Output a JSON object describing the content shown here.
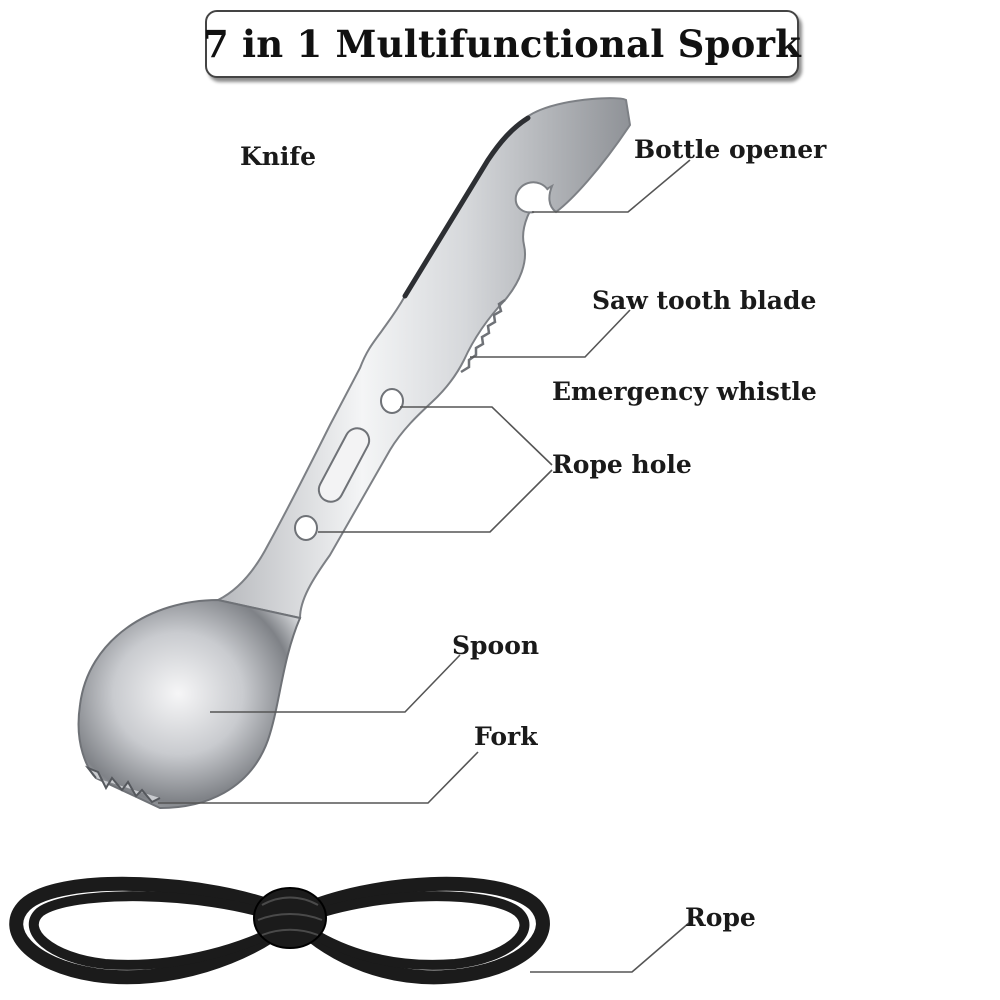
{
  "title": "7 in 1 Multifunctional Spork",
  "labels": {
    "knife": "Knife",
    "bottle_opener": "Bottle opener",
    "saw_tooth_blade": "Saw tooth blade",
    "emergency_whistle": "Emergency whistle",
    "rope_hole": "Rope hole",
    "spoon": "Spoon",
    "fork": "Fork",
    "rope": "Rope"
  },
  "colors": {
    "text": "#1a1a1a",
    "leader_line": "#555555",
    "steel_light": "#e6e7e9",
    "steel_dark": "#8c8f94",
    "rope": "#1b1b1b"
  }
}
